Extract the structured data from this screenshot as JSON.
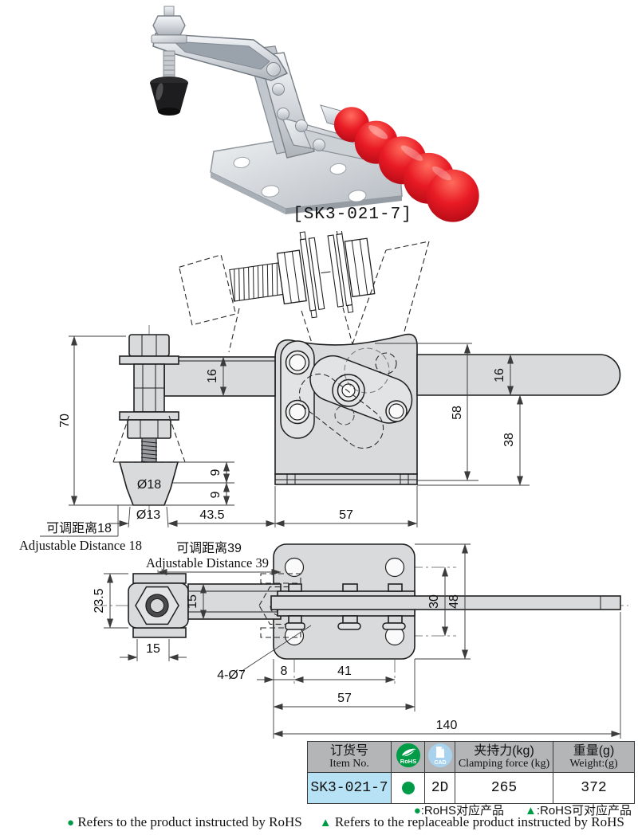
{
  "meta": {
    "code_label": "[SK3-021-7]"
  },
  "colors": {
    "handle_red": "#e21a22",
    "rohs_green": "#009b47",
    "cad_blue": "#a8d2ee",
    "item_cell": "#b7e2f6",
    "header_bg": "#b4b5b7"
  },
  "upper": {
    "adj_cn": "可调距离18",
    "adj_en": "Adjustable Distance 18",
    "d70": "70",
    "d16_arm": "16",
    "d16_handle": "16",
    "d58": "58",
    "d38": "38",
    "d9a": "9",
    "d9b": "9",
    "dia18": "Ø18",
    "dia13": "Ø13",
    "d43_5": "43.5",
    "d57": "57"
  },
  "lower": {
    "adj_cn": "可调距离39",
    "adj_en": "Adjustable Distance 39",
    "d23_5": "23.5",
    "d15_arm": "15",
    "d15_base": "15",
    "d30": "30",
    "d48": "48",
    "holes": "4-Ø7",
    "d8": "8",
    "d41": "41",
    "d57": "57",
    "d140": "140"
  },
  "table": {
    "item_cn": "订货号",
    "item_en": "Item No.",
    "rohs_label": "RoHS",
    "cad_label": "CAD",
    "force_cn": "夹持力(kg)",
    "force_en": "Clamping force (kg)",
    "weight_cn": "重量(g)",
    "weight_en": "Weight:(g)",
    "row": {
      "item": "SK3-021-7",
      "cad": "2D",
      "force": "265",
      "weight": "372"
    }
  },
  "legend": {
    "dot": "●",
    "dot_text": ":RoHS对应产品",
    "tri": "▲",
    "tri_text": ":RoHS可对应产品"
  },
  "footer": {
    "dot": "●",
    "dot_text": "Refers to the product instructed by RoHS",
    "tri": "▲",
    "tri_text": "Refers to the replaceable product instructed by RoHS"
  }
}
